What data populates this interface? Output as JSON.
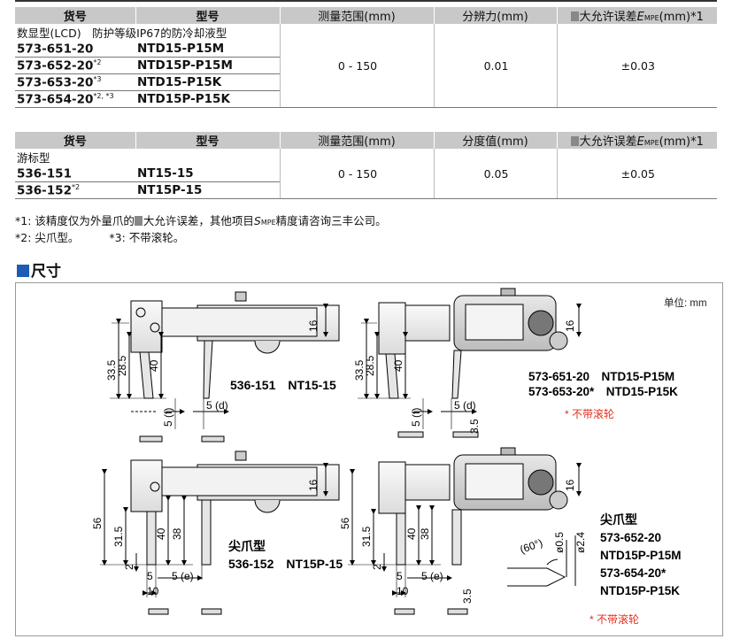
{
  "table1": {
    "headers": [
      "货号",
      "型号",
      "测量范围(mm)",
      "分辨力(mm)",
      "大允许误差",
      "MPE",
      "(mm)*1"
    ],
    "category": "数显型(LCD)　防护等级IP67的防冷却液型",
    "rows": [
      {
        "code": "573-651-20",
        "sup": "",
        "model": "NTD15-P15M"
      },
      {
        "code": "573-652-20",
        "sup": "*2",
        "model": "NTD15P-P15M"
      },
      {
        "code": "573-653-20",
        "sup": "*3",
        "model": "NTD15-P15K"
      },
      {
        "code": "573-654-20",
        "sup": "*2, *3",
        "model": "NTD15P-P15K"
      }
    ],
    "range": "0 - 150",
    "resolution": "0.01",
    "error": "±0.03",
    "e_letter": "E"
  },
  "table2": {
    "headers": [
      "货号",
      "型号",
      "测量范围(mm)",
      "分度值(mm)",
      "大允许误差",
      "MPE",
      "(mm)*1"
    ],
    "category": "游标型",
    "rows": [
      {
        "code": "536-151",
        "sup": "",
        "model": "NT15-15"
      },
      {
        "code": "536-152",
        "sup": "*2",
        "model": "NT15P-15"
      }
    ],
    "range": "0 - 150",
    "resolution": "0.05",
    "error": "±0.05",
    "e_letter": "E"
  },
  "notes": {
    "n1_a": "*1: 该精度仅为外量爪的",
    "n1_b": "大允许误差，其他项目",
    "n1_s": "S",
    "n1_mpe": "MPE",
    "n1_c": "精度请咨询三丰公司。",
    "n2": "*2: 尖爪型。",
    "n3": "*3: 不带滚轮。"
  },
  "section_title": "尺寸",
  "unit": "单位: mm",
  "drawings": {
    "d1_label": "536-151　NT15-15",
    "d2_label_1": "573-651-20　NTD15-P15M",
    "d2_label_2": "573-653-20*　NTD15-P15K",
    "d2_note": "* 不带滚轮",
    "d3_label_1": "尖爪型",
    "d3_label_2": "536-152　NT15P-15",
    "d4_label_1": "尖爪型",
    "d4_label_2": "573-652-20",
    "d4_label_3": "NTD15P-P15M",
    "d4_label_4": "573-654-20*",
    "d4_label_5": "NTD15P-P15K",
    "d4_note": "* 不带滚轮",
    "dims": {
      "d16": "16",
      "d33_5": "33.5",
      "d28_5": "28.5",
      "d40": "40",
      "d5f": "5 (f)",
      "d5d": "5 (d)",
      "d3_5": "3.5",
      "d56": "56",
      "d31_5": "31.5",
      "d38": "38",
      "d2": "2",
      "d5": "5",
      "d5e": "5 (e)",
      "d10": "10",
      "d60": "(60°)",
      "d0_5": "ø0.5",
      "d2_4": "ø2.4"
    }
  },
  "colors": {
    "header_bg": "#c8c8c8",
    "accent_blue": "#1e5bb5",
    "note_red": "#e03020"
  }
}
